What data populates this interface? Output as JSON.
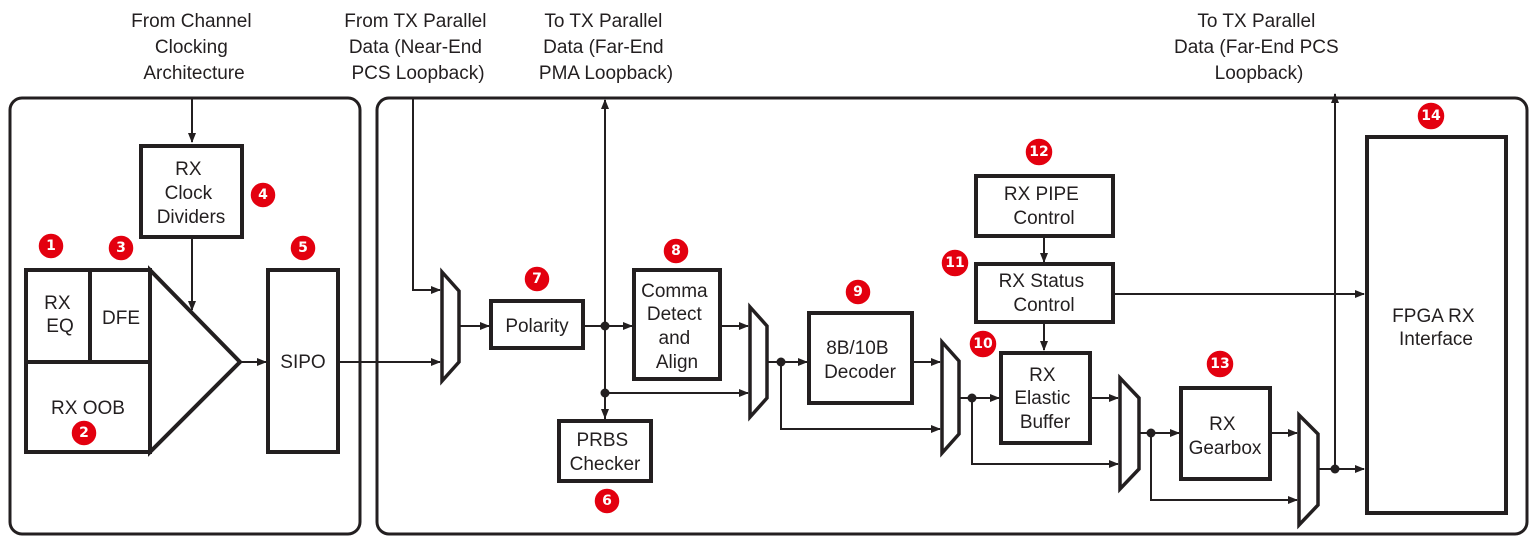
{
  "diagram": {
    "external_labels": {
      "channel_clocking": [
        "From Channel",
        "Clocking",
        "Architecture"
      ],
      "near_end_pcs": [
        "From TX Parallel",
        "Data (Near-End",
        "PCS Loopback)"
      ],
      "far_end_pma": [
        "To TX Parallel",
        "Data (Far-End",
        "PMA Loopback)"
      ],
      "far_end_pcs": [
        "To TX Parallel",
        "Data (Far-End PCS",
        "Loopback)"
      ]
    },
    "blocks": {
      "rx_eq": [
        "RX",
        "EQ"
      ],
      "dfe": [
        "DFE"
      ],
      "rx_oob": [
        "RX OOB"
      ],
      "rx_clock_dividers": [
        "RX",
        "Clock",
        "Dividers"
      ],
      "sipo": [
        "SIPO"
      ],
      "polarity": [
        "Polarity"
      ],
      "comma_detect": [
        "Comma",
        "Detect",
        "and",
        "Align"
      ],
      "prbs_checker": [
        "PRBS",
        "Checker"
      ],
      "decoder_8b10b": [
        "8B/10B",
        "Decoder"
      ],
      "rx_pipe_control": [
        "RX PIPE",
        "Control"
      ],
      "rx_status_control": [
        "RX Status",
        "Control"
      ],
      "rx_elastic_buffer": [
        "RX",
        "Elastic",
        "Buffer"
      ],
      "rx_gearbox": [
        "RX",
        "Gearbox"
      ],
      "fpga_rx_interface": [
        "FPGA RX",
        "Interface"
      ]
    },
    "badges": {
      "rx_eq": "1",
      "rx_oob": "2",
      "dfe": "3",
      "rx_clock_dividers": "4",
      "sipo": "5",
      "prbs_checker": "6",
      "polarity": "7",
      "comma_detect": "8",
      "decoder_8b10b": "9",
      "rx_elastic_buffer": "10",
      "rx_status_control": "11",
      "rx_pipe_control": "12",
      "rx_gearbox": "13",
      "fpga_rx_interface": "14"
    },
    "colors": {
      "badge": "#e3000f",
      "line": "#231f20"
    }
  }
}
